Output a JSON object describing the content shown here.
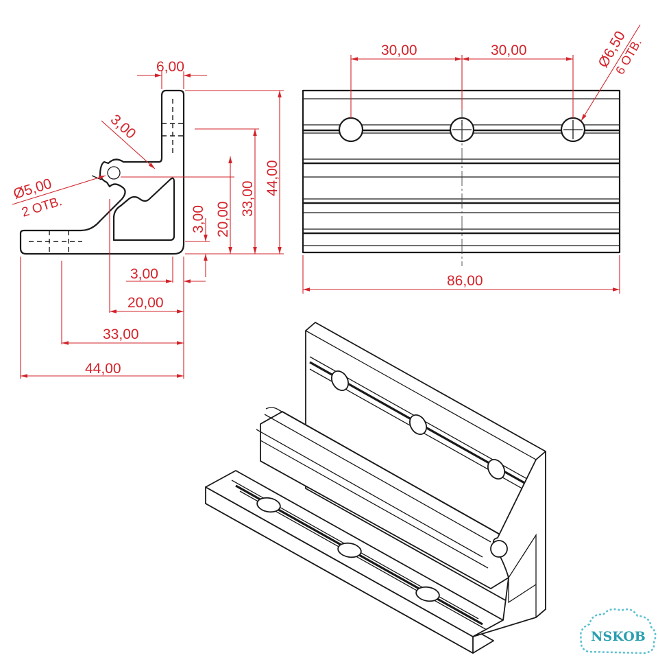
{
  "colors": {
    "dimension": "#d3232a",
    "outline": "#1a1a1a",
    "logo_fill": "#2a9fb0",
    "logo_outline": "#5bc0d0"
  },
  "profile_view": {
    "dims": {
      "flange_width": "6,00",
      "fillet": "3,00",
      "hole_dia": "Ø5,00",
      "hole_count": "2 ОТВ.",
      "height_44": "44,00",
      "height_33": "33,00",
      "height_20": "20,00",
      "height_3": "3,00",
      "width_3": "3,00",
      "width_20": "20,00",
      "width_33": "33,00",
      "width_44": "44,00"
    }
  },
  "top_view": {
    "dims": {
      "pitch_1": "30,00",
      "pitch_2": "30,00",
      "hole_dia": "Ø6,50",
      "hole_count": "6 ОТВ.",
      "length": "86,00"
    }
  },
  "logo": {
    "text": "NSKOB"
  }
}
